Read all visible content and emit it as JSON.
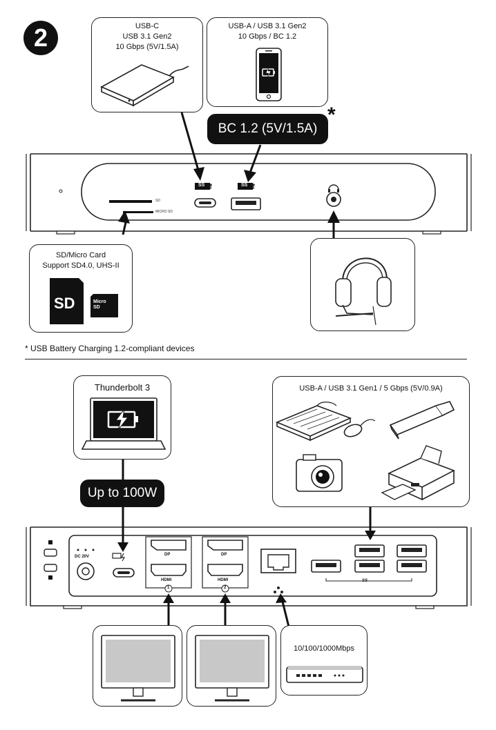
{
  "step_number": "2",
  "front": {
    "usbc_box": {
      "line1": "USB-C",
      "line2": "USB 3.1 Gen2",
      "line3": "10 Gbps (5V/1.5A)"
    },
    "usba_box": {
      "line1": "USB-A / USB 3.1 Gen2",
      "line2": "10 Gbps / BC 1.2"
    },
    "bc_pill": "BC 1.2 (5V/1.5A)",
    "asterisk": "*",
    "sd_box": {
      "line1": "SD/Micro Card",
      "line2": "Support SD4.0, UHS-II"
    },
    "sd_card_text": "SD",
    "micro_card_text": "Micro SD",
    "slot_sd_label": "SD",
    "slot_micro_label": "MICRO SD",
    "usb_icon_text": "SS"
  },
  "footnote": "* USB Battery Charging 1.2-compliant devices",
  "rear": {
    "tb_box": {
      "label": "Thunderbolt 3"
    },
    "power_pill": "Up to 100W",
    "usba_box": {
      "label": "USB-A / USB 3.1 Gen1 / 5 Gbps (5V/0.9A)"
    },
    "dc_label": "DC 20V",
    "dp_label": "DP",
    "hdmi_label": "HDMI",
    "num1": "1",
    "num2": "2",
    "ss_label": "SS",
    "network_box": {
      "label": "10/100/1000Mbps"
    }
  }
}
